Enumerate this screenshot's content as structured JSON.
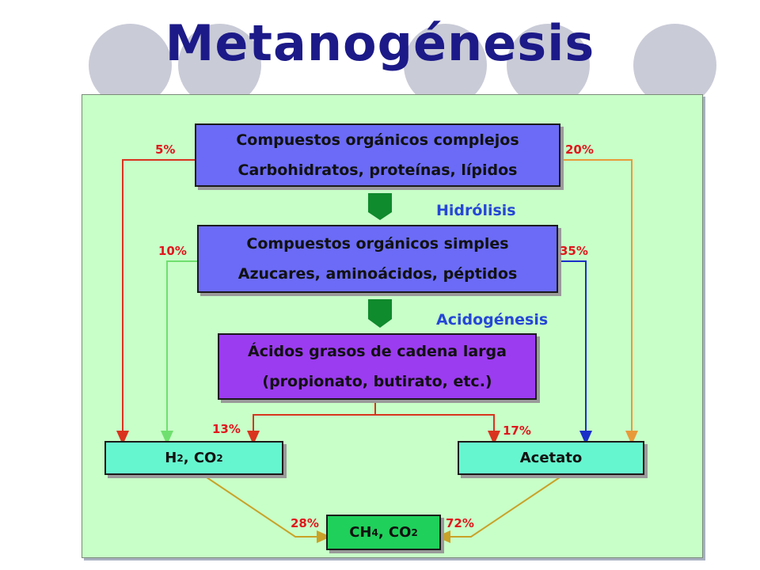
{
  "title": "Metanogénesis",
  "boxes": {
    "complex": {
      "line1": "Compuestos orgánicos complejos",
      "line2": "Carbohidratos, proteínas, lípidos"
    },
    "simple": {
      "line1": "Compuestos orgánicos simples",
      "line2": "Azucares, aminoácidos, péptidos"
    },
    "acids": {
      "line1": "Ácidos grasos de cadena larga",
      "line2": "(propionato, butirato, etc.)"
    },
    "h2": {
      "part1": "H",
      "sub1": "2",
      "part2": ", CO",
      "sub2": "2"
    },
    "acetato": {
      "label": "Acetato"
    },
    "ch4": {
      "part1": "CH",
      "sub1": "4",
      "part2": ", CO",
      "sub2": "2"
    }
  },
  "stages": {
    "hydrolysis": "Hidrólisis",
    "acidogenesis": "Acidogénesis"
  },
  "percentages": {
    "complex_to_h2": "5%",
    "complex_to_acetato": "20%",
    "simple_to_h2": "10%",
    "simple_to_acetato": "35%",
    "acids_to_h2": "13%",
    "acids_to_acetato": "17%",
    "h2_to_ch4": "28%",
    "acetato_to_ch4": "72%"
  },
  "colors": {
    "title": "#1c1a88",
    "panel": "#c8fec8",
    "box_blue": "#6b6bf7",
    "box_purple": "#9b3cf0",
    "box_teal": "#66f6cf",
    "box_green": "#1fd05a",
    "block_arrow": "#0f8a2c",
    "arrow_red": "#d9341e",
    "arrow_orange": "#e89a3a",
    "arrow_lightgreen": "#6fe06f",
    "arrow_blue": "#1a2fc8",
    "arrow_olive": "#c9a227",
    "percent_text": "#e0161c",
    "stage_text": "#2547d6"
  }
}
